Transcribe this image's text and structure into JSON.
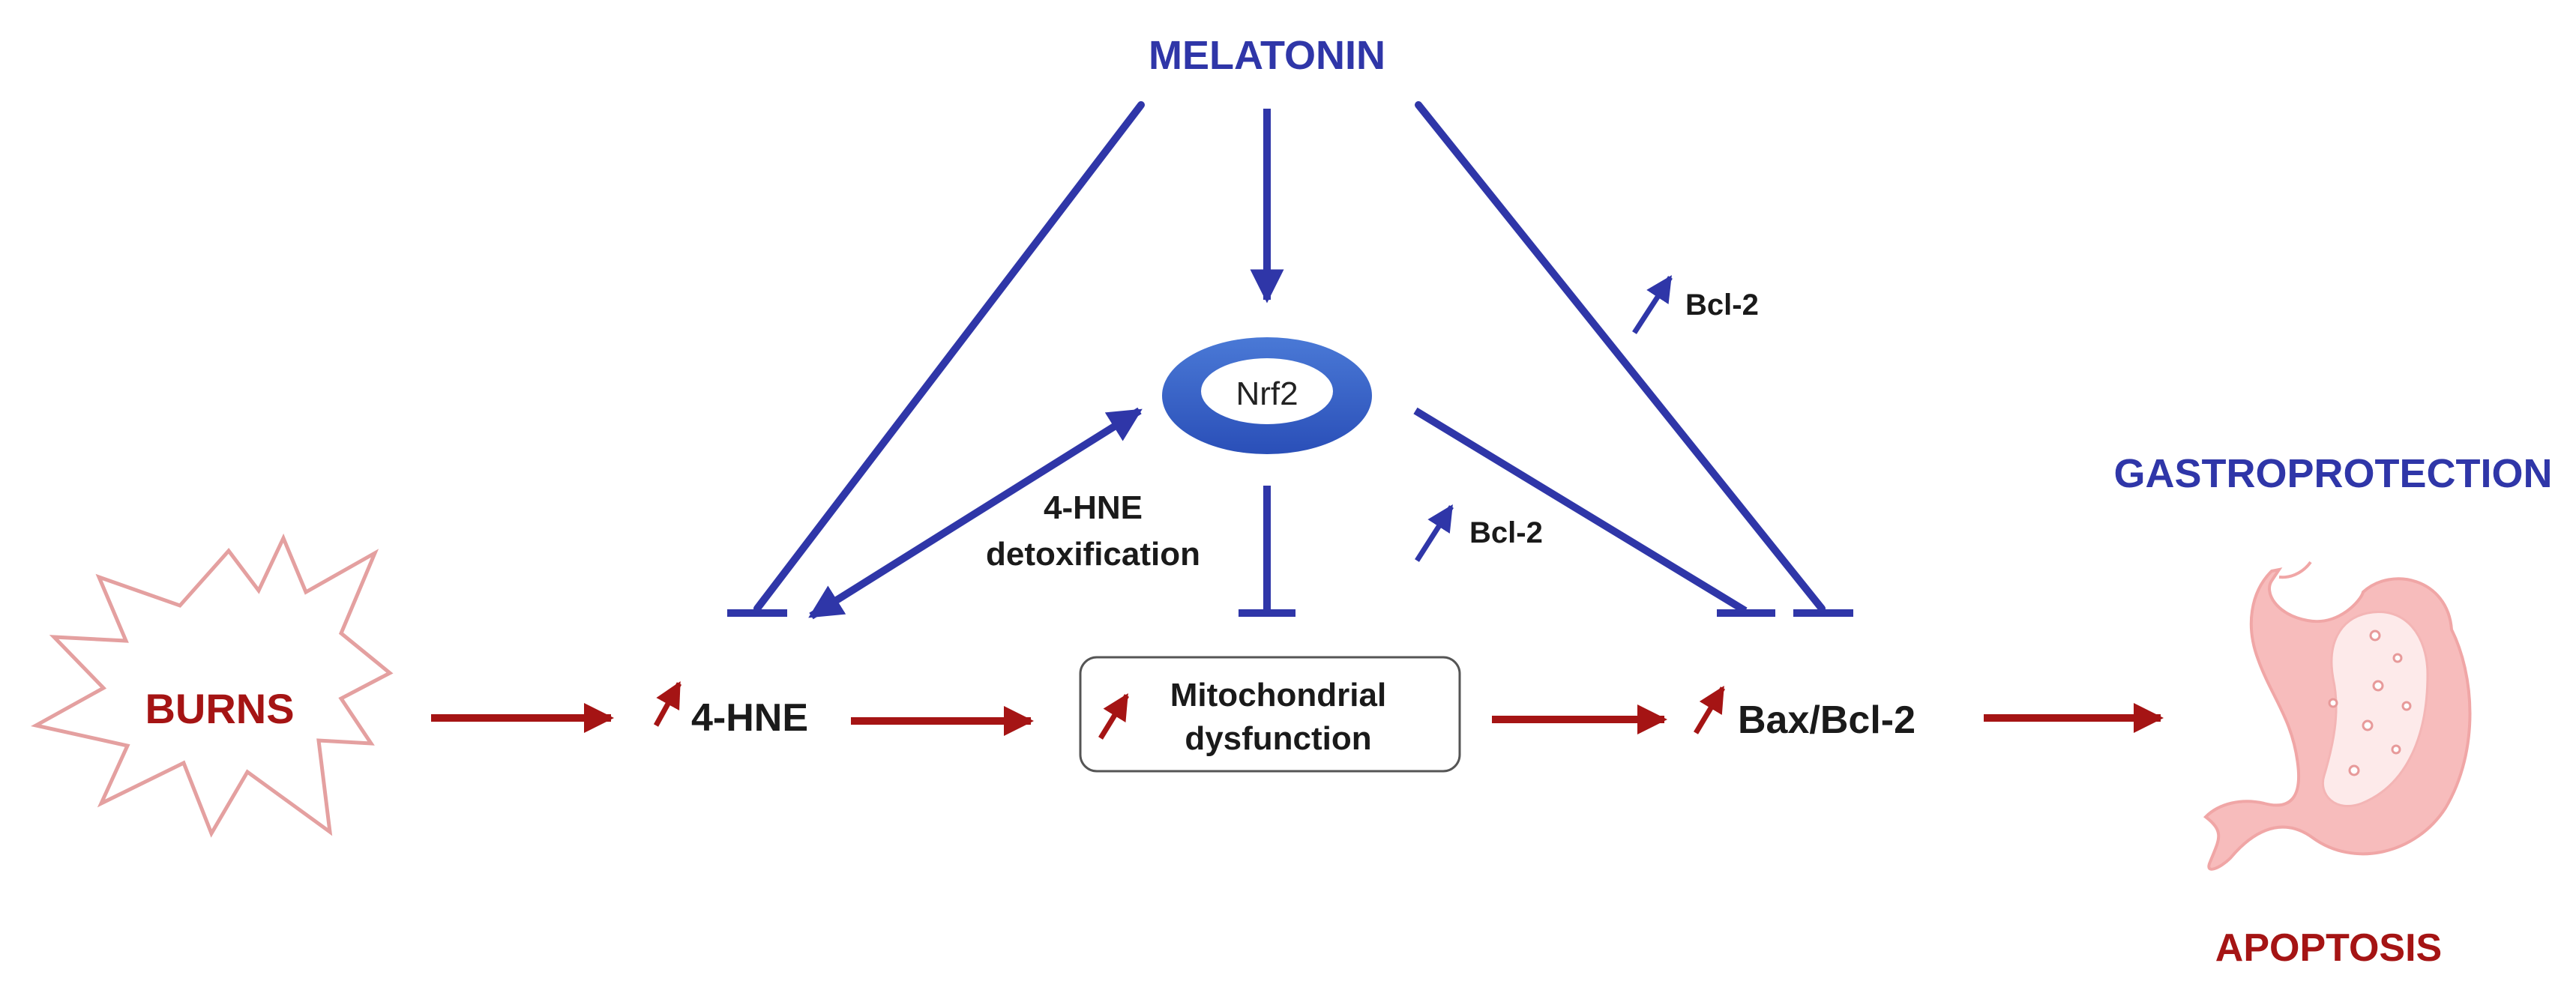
{
  "diagram": {
    "labels": {
      "melatonin": "MELATONIN",
      "nrf2": "Nrf2",
      "burns": "BURNS",
      "hne": "4-HNE",
      "mito_line1": "Mitochondrial",
      "mito_line2": "dysfunction",
      "bax": "Bax/Bcl-2",
      "gastroprotection": "GASTROPROTECTION",
      "apoptosis": "APOPTOSIS",
      "detox_line1": "4-HNE",
      "detox_line2": "detoxification",
      "bcl2_upper": "Bcl-2",
      "bcl2_lower": "Bcl-2"
    },
    "colors": {
      "blue": "#2f36a8",
      "red": "#a51414",
      "burst_outline": "#e4a0a0",
      "stomach_fill": "#f7bcbc",
      "stomach_inner": "#fdeaea",
      "nrf2_ring": "#3559c4"
    },
    "icons": {
      "increase": "up-arrow-icon",
      "stomach": "stomach-icon",
      "burst": "starburst-icon"
    }
  }
}
